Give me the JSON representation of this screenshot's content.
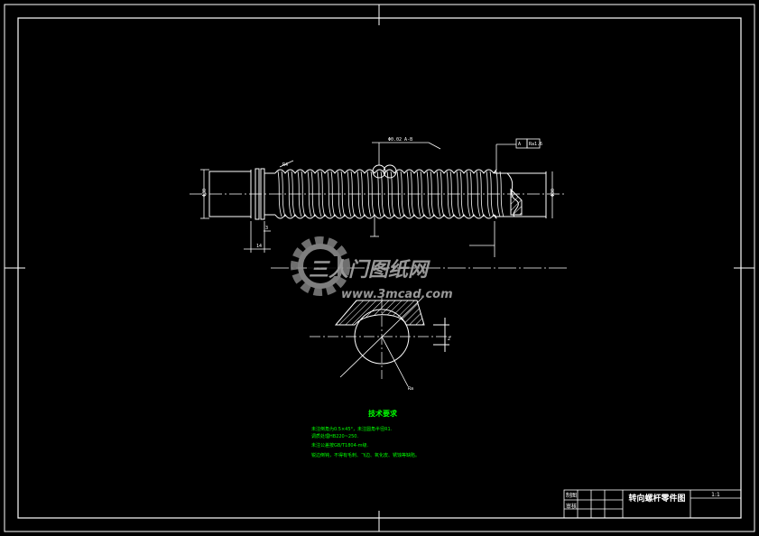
{
  "drawing": {
    "title": "转向螺杆零件图",
    "scale": "1:1",
    "title_block": {
      "row1_label": "制图",
      "row2_label": "审核"
    }
  },
  "technical_requirements": {
    "heading": "技术要求",
    "lines": [
      "未注倒角为0.5×45°，未注圆角半径R1.",
      "调质处理HB220~250.",
      "未注公差按GB/T1804-m级.",
      "锐边倒钝，不得有毛刺、飞边、氧化皮、锈蚀等缺陷。"
    ]
  },
  "annotations": {
    "gdt_note": "Φ0.02 A-B",
    "surface_note": "Ra1.6",
    "dim_left_diameter": "Φ30",
    "dim_right_diameter": "Φ30",
    "dim_small_1": "14",
    "dim_small_2": "3",
    "detail_label": "R4",
    "detail_tag": "Ra",
    "section_dim": "2",
    "datum_label": "A"
  },
  "watermark": {
    "brand": "三人门图纸网",
    "url": "www.3mcad.com"
  },
  "colors": {
    "background": "#000000",
    "line": "#ffffff",
    "text_green": "#00ff00",
    "hatch": "#ffffff",
    "watermark": "#9a9a9a"
  }
}
